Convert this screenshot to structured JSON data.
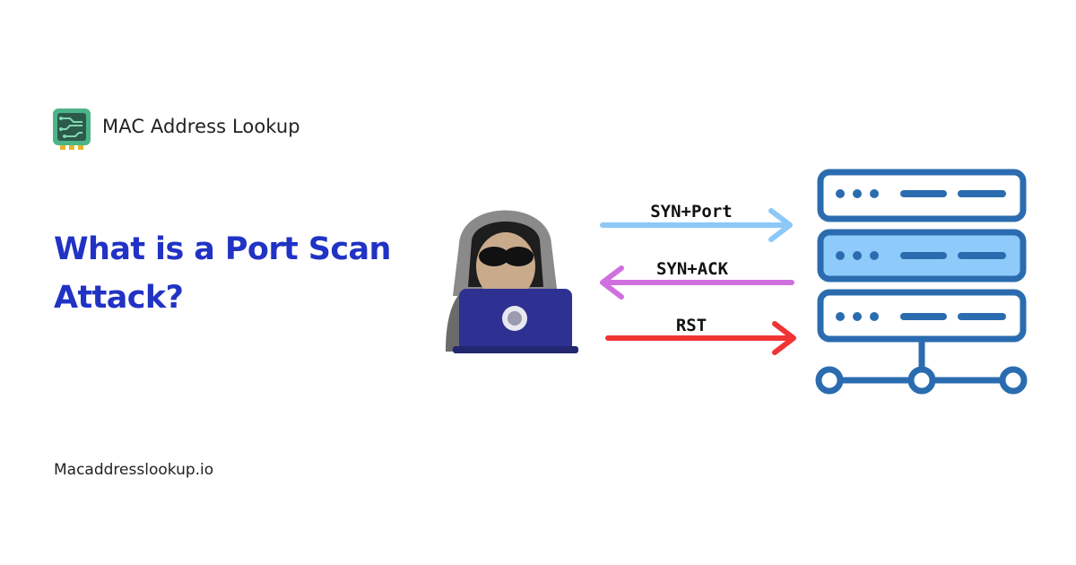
{
  "brand": {
    "name": "MAC Address Lookup",
    "logo_icon": "circuit-board-icon"
  },
  "headline": "What is a Port Scan Attack?",
  "footer": {
    "site": "Macaddresslookup.io"
  },
  "diagram": {
    "attacker_icon": "hacker-with-laptop-icon",
    "server_icon": "server-rack-icon",
    "arrows": [
      {
        "label": "SYN+Port",
        "direction": "to-server",
        "color": "#8cc8f8"
      },
      {
        "label": "SYN+ACK",
        "direction": "to-attacker",
        "color": "#d070e0"
      },
      {
        "label": "RST",
        "direction": "to-server",
        "color": "#f03434"
      }
    ]
  },
  "colors": {
    "headline": "#2133c4",
    "server_outline": "#2b6cb0",
    "server_highlight": "#8fcbfa",
    "logo_green": "#4cb489"
  }
}
